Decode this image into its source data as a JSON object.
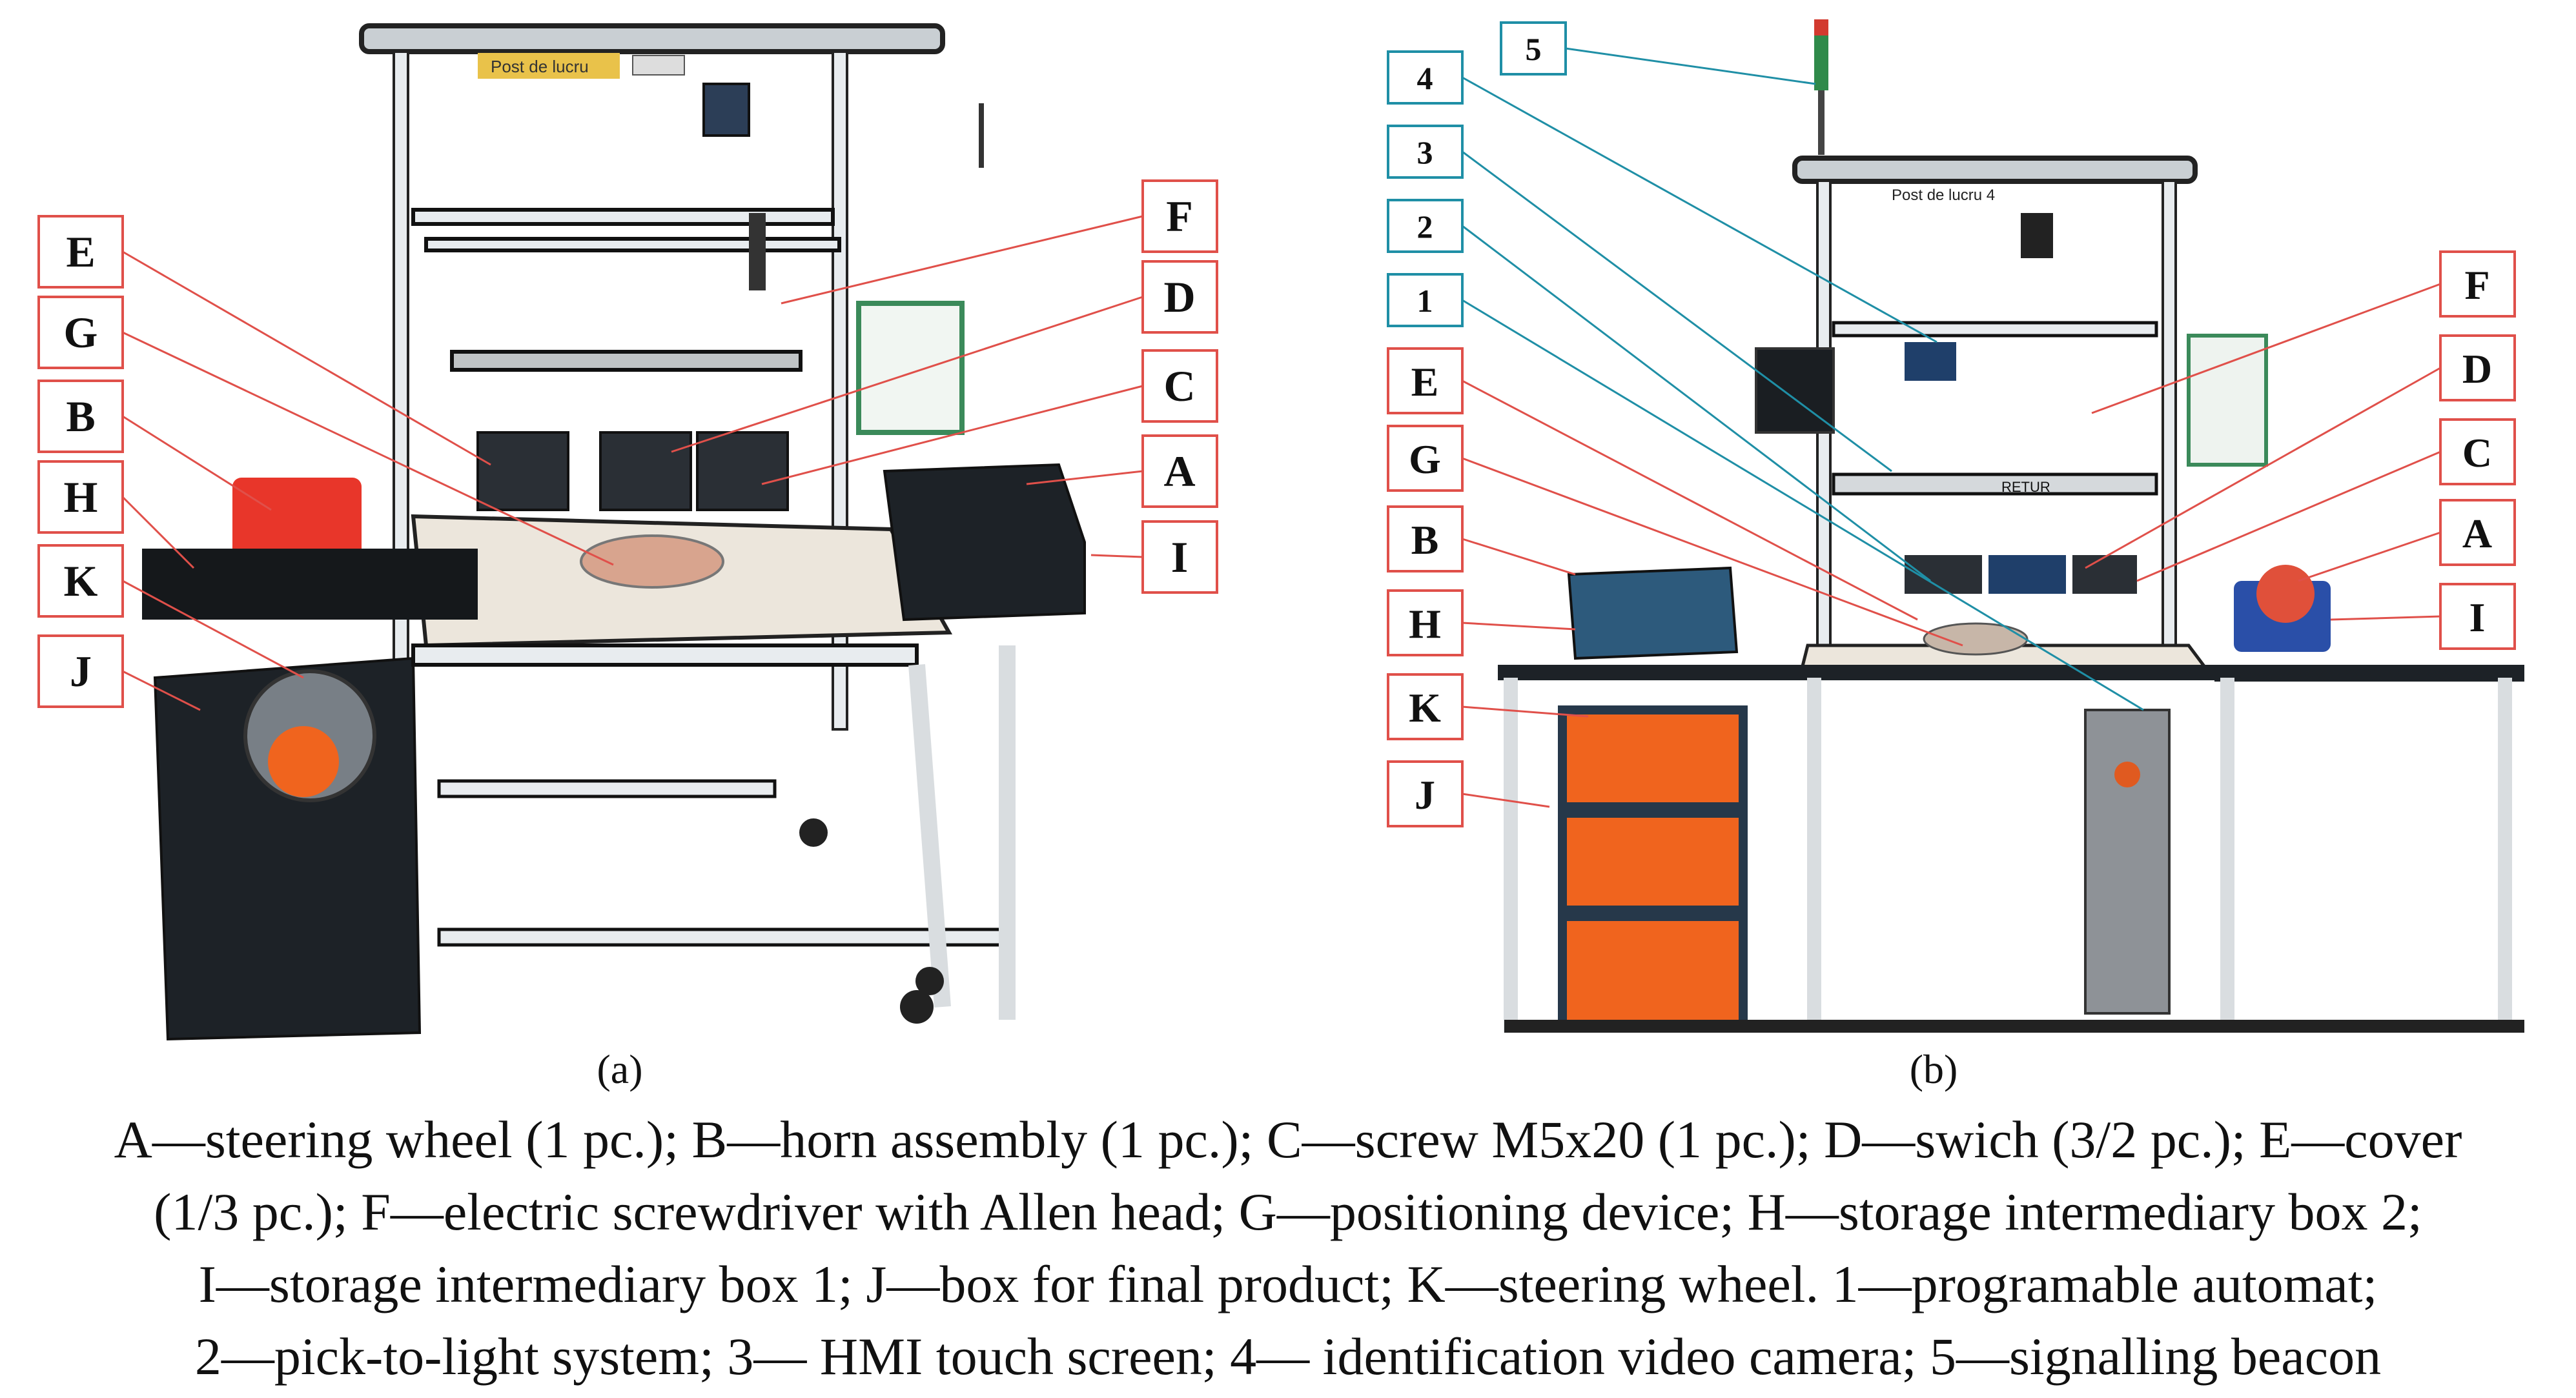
{
  "panels": [
    {
      "id": "a",
      "sublabel": "(a)",
      "letter": "a",
      "callouts": [
        "E",
        "G",
        "B",
        "H",
        "K",
        "J",
        "F",
        "D",
        "C",
        "A",
        "I"
      ]
    },
    {
      "id": "b",
      "sublabel": "(b)",
      "letter": "b",
      "callouts_numbers": [
        "5",
        "4",
        "3",
        "2",
        "1"
      ],
      "callouts": [
        "E",
        "G",
        "B",
        "H",
        "K",
        "J",
        "F",
        "D",
        "C",
        "A",
        "I"
      ],
      "photo_texts": {
        "sign": "Post de lucru 4",
        "retur": "RETUR"
      }
    }
  ],
  "photo_texts_a": {
    "sign": "Post de lucru"
  },
  "colors": {
    "letter_callout_border": "#e0504a",
    "letter_callout_line": "#e0504a",
    "number_callout_border": "#1f8fa6",
    "number_callout_line": "#1f8fa6"
  },
  "caption": {
    "line1": "A—steering wheel (1 pc.); B—horn assembly (1 pc.); C—screw M5x20 (1 pc.); D—swich (3/2 pc.); E—cover",
    "line2": "(1/3 pc.); F—electric screwdriver with Allen head; G—positioning device; H—storage intermediary box 2;",
    "line3": "I—storage intermediary box 1; J—box for final product; K—steering wheel. 1—programable automat;",
    "line4": "2—pick-to-light system; 3— HMI touch screen; 4— identification video camera; 5—signalling beacon"
  }
}
